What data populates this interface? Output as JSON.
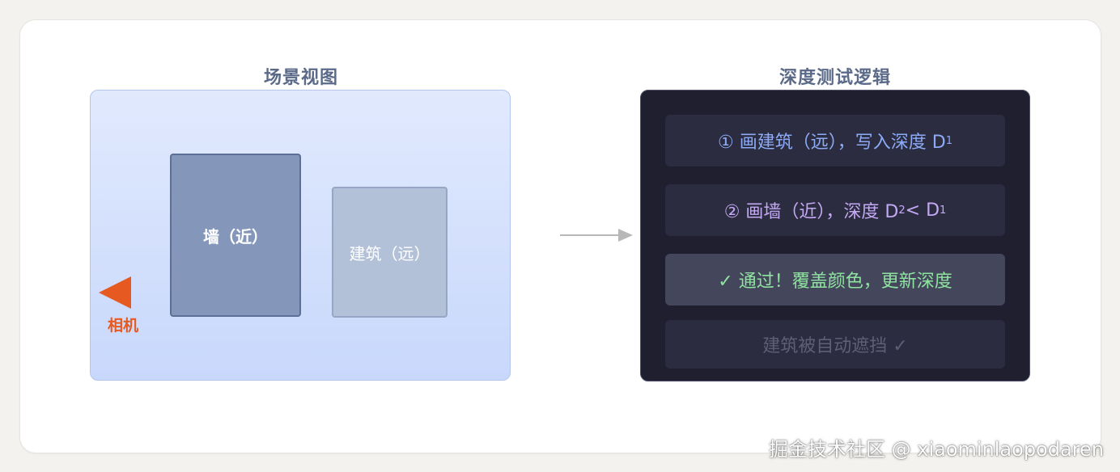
{
  "scene": {
    "title": "场景视图",
    "wall_label": "墙（近）",
    "building_label": "建筑（远）",
    "camera_label": "相机"
  },
  "logic": {
    "title": "深度测试逻辑",
    "steps": [
      {
        "prefix": "① 画建筑（远），写入深度 D",
        "sub1": "1",
        "rest": "",
        "sub2": ""
      },
      {
        "prefix": "② 画墙（近），深度 D",
        "sub1": "2",
        "rest": " < D",
        "sub2": "1"
      },
      {
        "prefix": "✓ 通过！覆盖颜色，更新深度",
        "sub1": "",
        "rest": "",
        "sub2": ""
      },
      {
        "prefix": "建筑被自动遮挡 ✓",
        "sub1": "",
        "rest": "",
        "sub2": ""
      }
    ]
  },
  "watermark": "掘金技术社区 @ xiaominlaopodaren",
  "colors": {
    "camera": "#e65a22",
    "step1_text": "#8caaf5",
    "step2_text": "#c3a8f3",
    "step3_text": "#8fe3a0",
    "step4_text": "#5e5e75",
    "logic_bg": "#1f1f2f",
    "scene_bg": "#d6e2fd"
  },
  "icons": {
    "camera": "camera-triangle-icon",
    "arrow": "arrow-right-icon"
  }
}
